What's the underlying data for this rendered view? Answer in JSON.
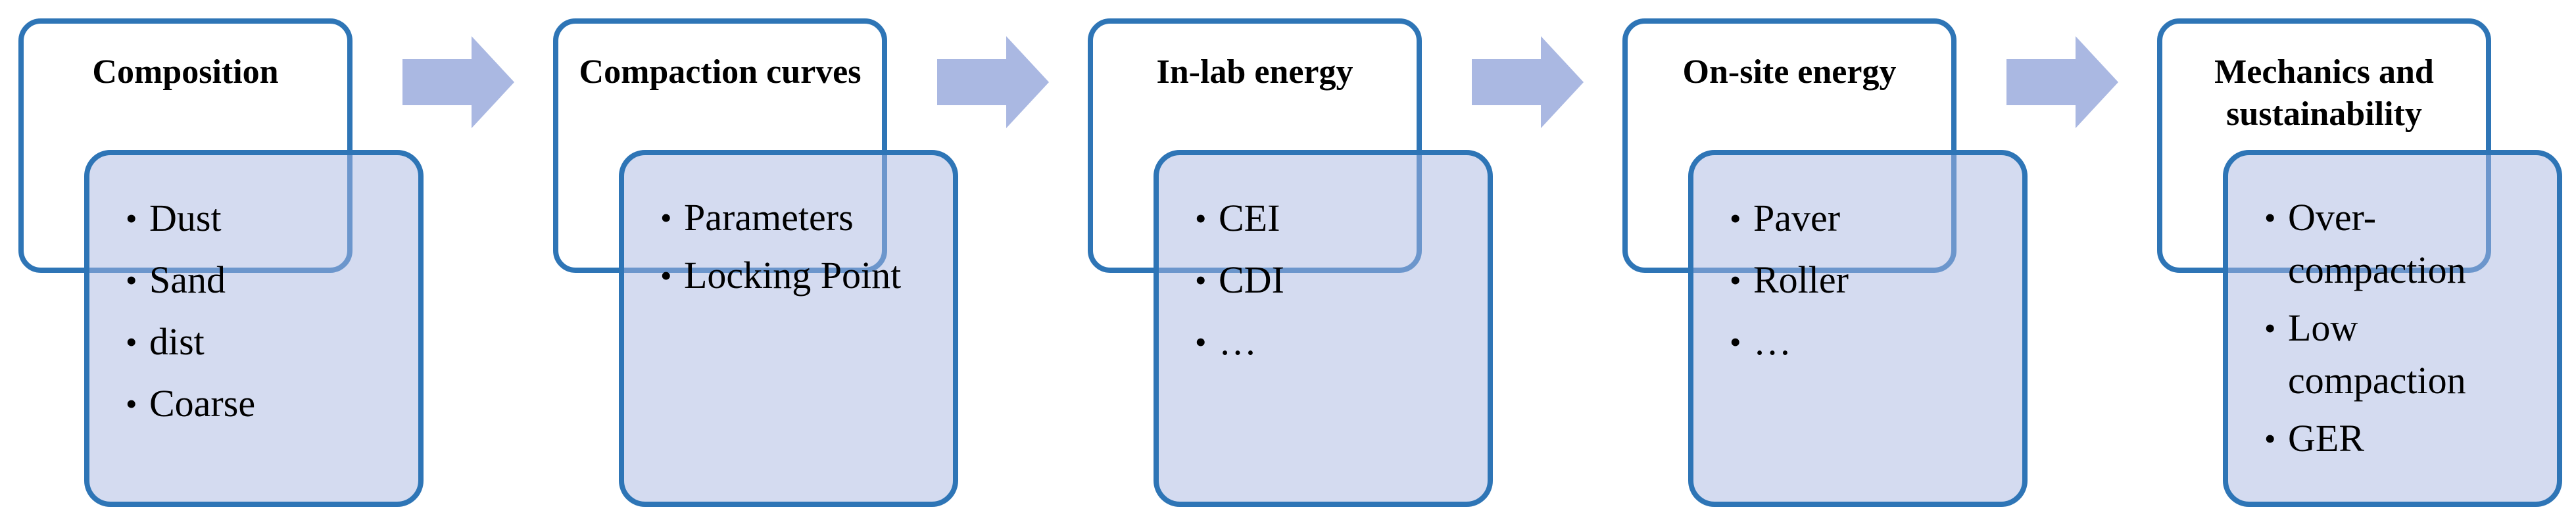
{
  "colors": {
    "border": "#2e75b6",
    "detail_fill": "#d3d9ee",
    "arrow": "#aab8e2",
    "text": "#000000"
  },
  "steps": [
    {
      "title": "Composition",
      "items": [
        "Dust",
        "Sand",
        "dist",
        "Coarse"
      ]
    },
    {
      "title": "Compaction curves",
      "items": [
        "Parameters",
        "Locking Point"
      ]
    },
    {
      "title": "In-lab energy",
      "items": [
        "CEI",
        "CDI",
        "…"
      ]
    },
    {
      "title": "On-site energy",
      "items": [
        "Paver",
        "Roller",
        "…"
      ]
    },
    {
      "title": "Mechanics and sustainability",
      "items": [
        "Over-compaction",
        "Low compaction",
        "GER"
      ]
    }
  ],
  "arrow_icon": "right-arrow-icon"
}
